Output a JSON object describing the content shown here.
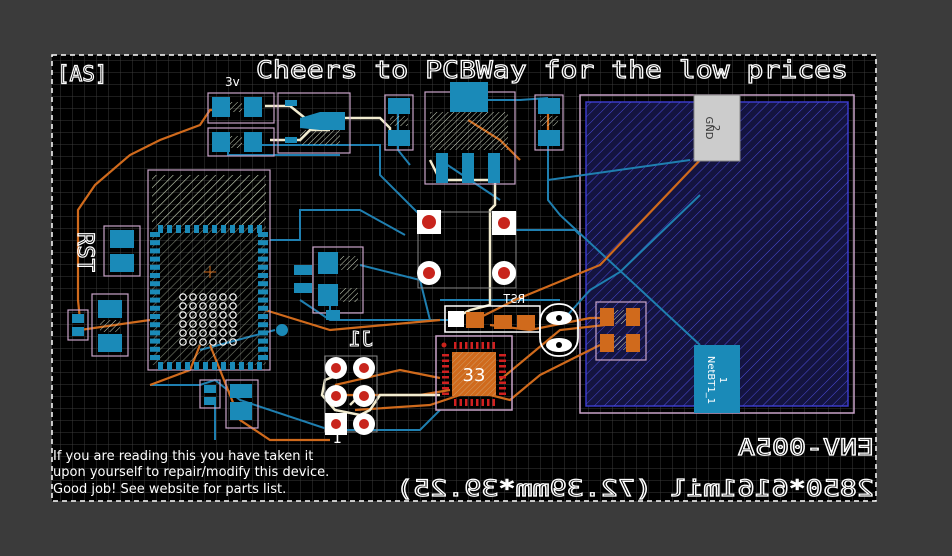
{
  "silkscreen": {
    "brand_tag": "[AS]",
    "tagline": "Cheers to PCBWay for the low prices",
    "label_3v": "3v",
    "label_rst_left": "RST",
    "label_rst_right": "RST",
    "label_j1": "J1",
    "label_chip": "33",
    "label_pin1": "1",
    "note_lines": [
      "If you are reading this you have taken it",
      "upon yourself to repair/modify this device.",
      "Good job! See website for parts list."
    ],
    "mirrored_title": "ENV-005A",
    "mirrored_footer": "2850*6161mil (72.39mm*39.25)"
  },
  "pads": {
    "gnd_number": "2",
    "gnd_name": "GND",
    "bat_number": "1",
    "bat_name": "NetBT1_1"
  },
  "colors": {
    "background": "#3b3b3b",
    "board": "#000000",
    "grid": "#3a3a3a",
    "copper_top": "#d06a1c",
    "copper_bottom": "#1f7fb0",
    "pad": "#1a8ab8",
    "silk": "#ffffff",
    "outline": "#c9a3c9",
    "track_white": "#f2ecd0",
    "pour": "#2c2c8c"
  }
}
